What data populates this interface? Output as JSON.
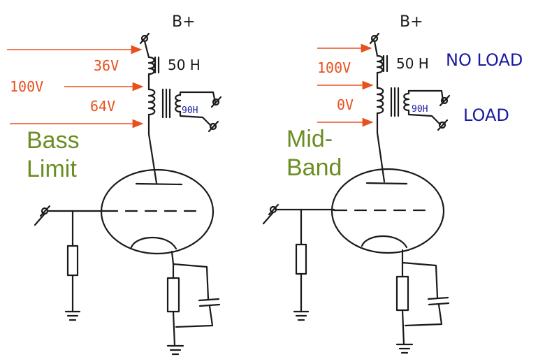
{
  "colors": {
    "ink": "#1a1a1a",
    "arrow": "#e8501e",
    "voltage": "#e8501e",
    "mode": "#6b8e23",
    "inductance": "#1a1aa0",
    "load": "#1a1aa0"
  },
  "left": {
    "supply": "B+",
    "choke": "50 H",
    "voltage_top": "36V",
    "voltage_mid": "100V",
    "voltage_bottom": "64V",
    "transformer": "90H",
    "mode_line1": "Bass",
    "mode_line2": "Limit"
  },
  "right": {
    "supply": "B+",
    "choke": "50 H",
    "voltage_mid": "100V",
    "voltage_bottom": "0V",
    "transformer": "90H",
    "no_load": "NO LOAD",
    "load": "LOAD",
    "mode_line1": "Mid-",
    "mode_line2": "Band"
  }
}
